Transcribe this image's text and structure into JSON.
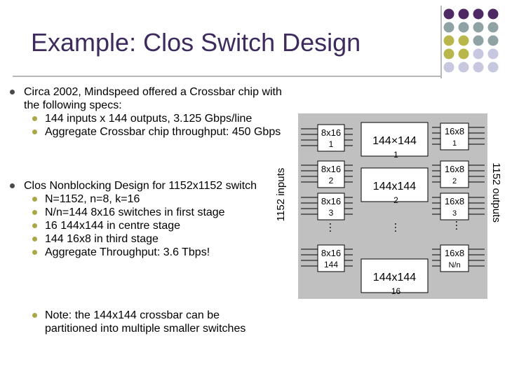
{
  "title": "Example:  Clos Switch Design",
  "colors": {
    "title": "#3d2b5e",
    "purple": "#4e2a65",
    "gray": "#8fa3a5",
    "olive": "#b9b74c",
    "lilac": "#c7c7e0"
  },
  "bullets": {
    "b1": {
      "text": "Circa 2002, Mindspeed offered a Crossbar chip with the following specs:",
      "subs": [
        "144 inputs x 144 outputs, 3.125 Gbps/line",
        "Aggregate Crossbar chip throughput: 450 Gbps"
      ]
    },
    "b2": {
      "text": "Clos Nonblocking Design for 1152x1152 switch",
      "subs": [
        "N=1152, n=8, k=16",
        "N/n=144   8x16 switches in first stage",
        "16 144x144 in centre stage",
        "144 16x8 in third stage",
        "Aggregate Throughput:  3.6 Tbps!"
      ]
    },
    "b3": {
      "text": "Note:  the 144x144 crossbar can be partitioned into multiple smaller switches"
    }
  },
  "diagram": {
    "left_label": "1152 inputs",
    "right_label": "1152 outputs",
    "stage1": [
      {
        "name": "8x16",
        "num": "1"
      },
      {
        "name": "8x16",
        "num": "2"
      },
      {
        "name": "8x16",
        "num": "3"
      },
      {
        "name": "8x16",
        "num": "144"
      }
    ],
    "stage2": [
      {
        "name": "144×144",
        "num": "1"
      },
      {
        "name": "144x144",
        "num": "2"
      },
      {
        "name": "144x144",
        "num": "16"
      }
    ],
    "stage3": [
      {
        "name": "16x8",
        "num": "1"
      },
      {
        "name": "16x8",
        "num": "2"
      },
      {
        "name": "16x8",
        "num": "3"
      },
      {
        "name": "16x8",
        "num": "N/n"
      }
    ],
    "ellipsis": "…"
  }
}
